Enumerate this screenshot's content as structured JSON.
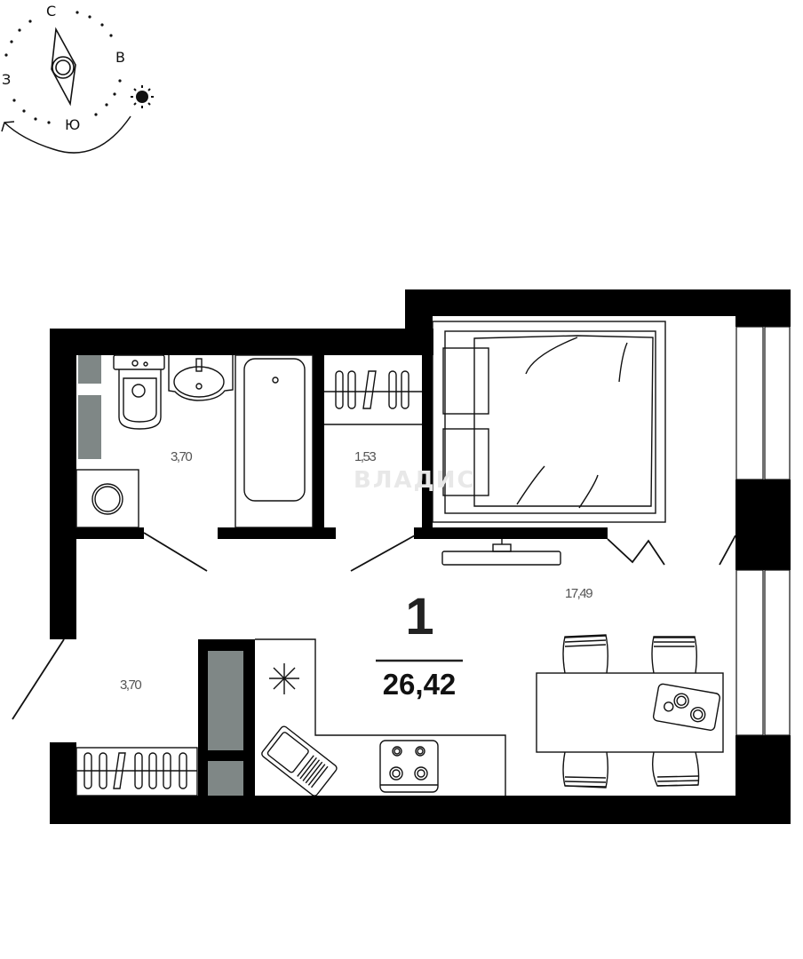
{
  "compass": {
    "north": "С",
    "east": "В",
    "south": "Ю",
    "west": "З",
    "sun_icon": "sun-icon"
  },
  "plan": {
    "rooms_count": "1",
    "total_area": "26,42",
    "rooms": [
      {
        "name": "bathroom",
        "area": "3,70"
      },
      {
        "name": "storage",
        "area": "1,53"
      },
      {
        "name": "hallway",
        "area": "3,70"
      },
      {
        "name": "living-room",
        "area": "17,49"
      }
    ],
    "watermark": "ВЛАДИС",
    "colors": {
      "wall": "#000000",
      "riser": "#7f8786",
      "label": "#555555",
      "watermark": "#e8e8e8"
    }
  }
}
